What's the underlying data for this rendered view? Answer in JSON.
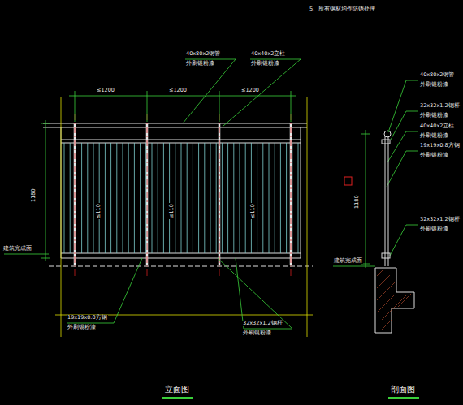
{
  "diagram": {
    "labels": [
      "5、所有钢材均作防锈处理",
      "≤1200",
      "≤1200",
      "≤1200",
      "1180",
      "建筑完成面",
      "≤110",
      "≤110",
      "≤110",
      "40x80x2钢管",
      "外刷银粉漆",
      "40x40x2立柱",
      "外刷银粉漆",
      "19x19x0.8方钢",
      "外刷银粉漆",
      "32x32x1.2钢杆",
      "外刷银粉漆",
      "立面图",
      "剖面图",
      "1180",
      "建筑完成面",
      "40x80x2钢管",
      "外刷银粉漆",
      "32x32x1.2钢杆",
      "外刷银粉漆",
      "40x40x2立柱",
      "外刷银粉漆",
      "19x19x0.8方钢",
      "外刷银粉漆",
      "32x32x1.2钢杆",
      "外刷银粉漆"
    ]
  }
}
